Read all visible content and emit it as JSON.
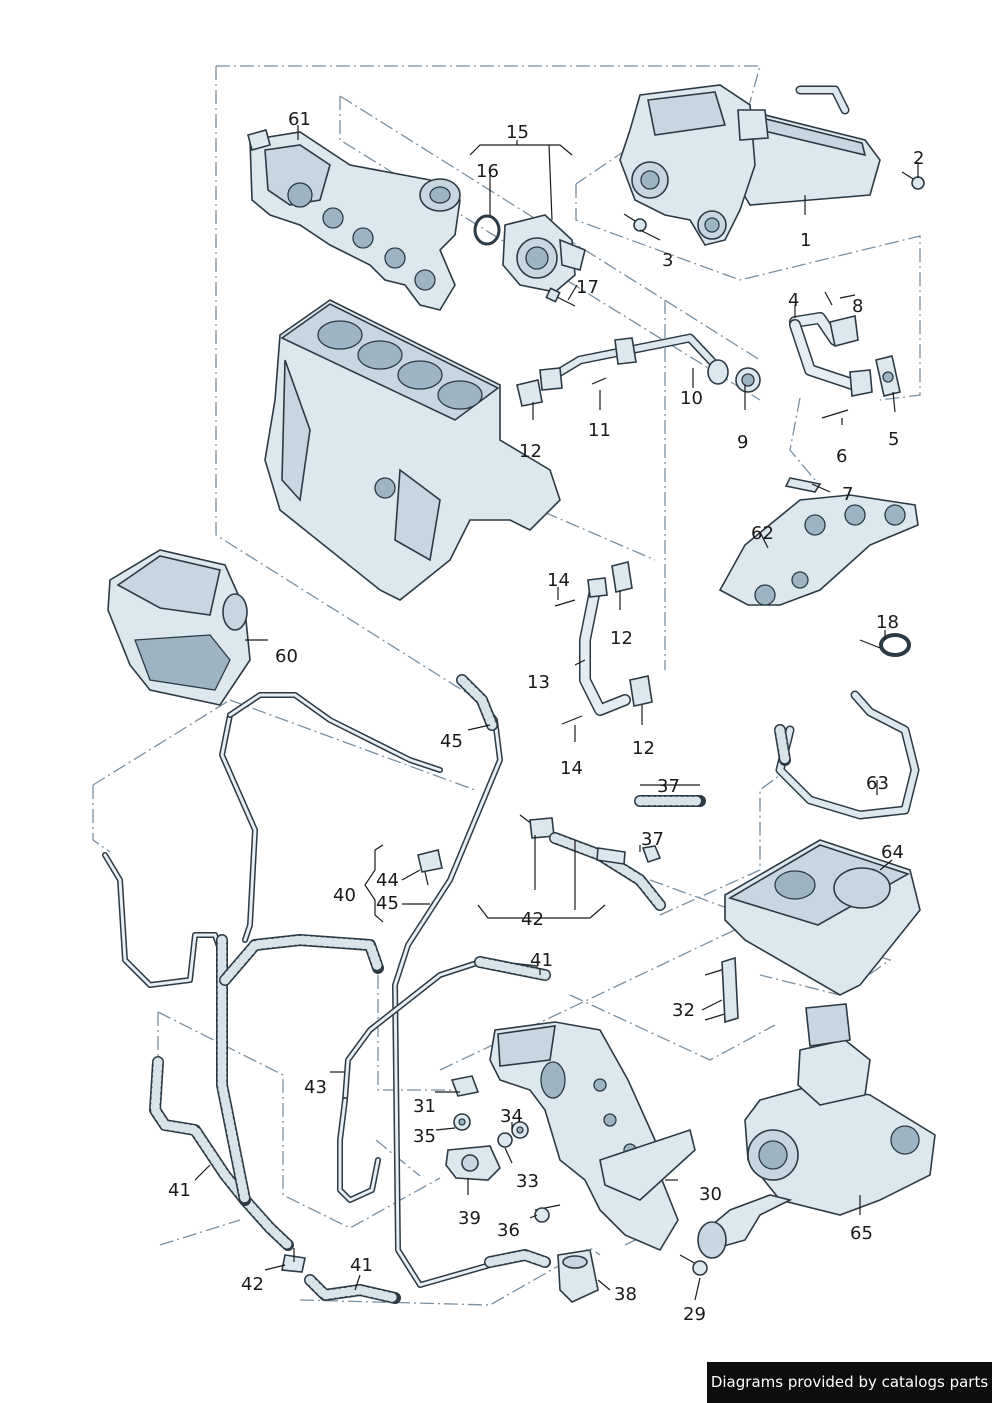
{
  "credit": "Diagrams provided by catalogs parts",
  "callouts": [
    "1",
    "2",
    "3",
    "4",
    "5",
    "6",
    "7",
    "8",
    "9",
    "10",
    "11",
    "12",
    "12",
    "12",
    "12",
    "13",
    "14",
    "14",
    "15",
    "16",
    "17",
    "18",
    "29",
    "30",
    "31",
    "32",
    "33",
    "34",
    "35",
    "36",
    "37",
    "37",
    "38",
    "39",
    "40",
    "41",
    "41",
    "41",
    "42",
    "42",
    "43",
    "44",
    "45",
    "45",
    "60",
    "61",
    "62",
    "63",
    "64",
    "65"
  ],
  "colors": {
    "part_fill": "#dde7ee",
    "outline": "#2b3a44",
    "group_line": "#7a8fa0",
    "credit_bg": "#0d0d0d"
  }
}
